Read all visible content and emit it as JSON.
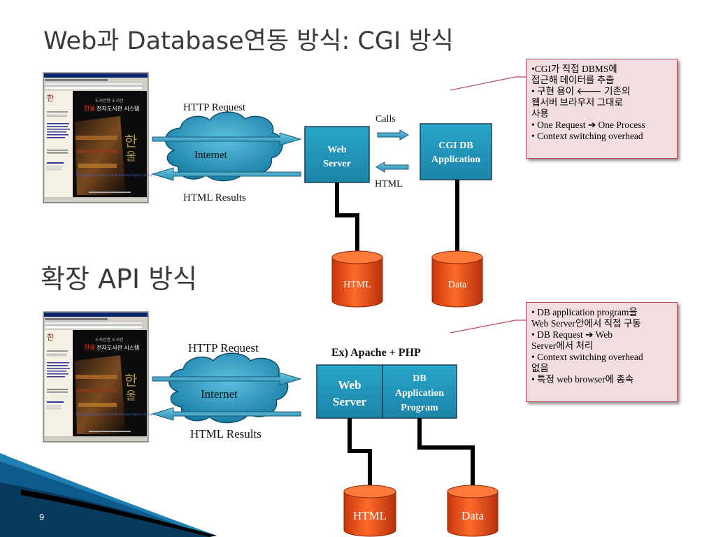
{
  "title": "Web과 Database연동 방식: CGI 방식",
  "section2_title": "확장 API 방식",
  "page_number": "9",
  "diagram1": {
    "request_label": "HTTP Request",
    "results_label": "HTML Results",
    "cloud_label": "Internet",
    "web_server": [
      "Web",
      "Server"
    ],
    "cgi_app": [
      "CGI DB",
      "Application"
    ],
    "calls_label": "Calls",
    "html_arrow_label": "HTML",
    "cyl_html": "HTML",
    "cyl_data": "Data"
  },
  "diagram2": {
    "request_label": "HTTP Request",
    "results_label": "HTML Results",
    "cloud_label": "Internet",
    "example_label": "Ex) Apache + PHP",
    "web_server": [
      "Web",
      "Server"
    ],
    "db_program": [
      "DB",
      "Application",
      "Program"
    ],
    "cyl_html": "HTML",
    "cyl_data": "Data"
  },
  "note1": [
    "•CGI가 직접 DBMS에",
    "접근해 데이터를 추출",
    "• 구현 용이 🡐 기존의",
    "웹서버 브라우저 그대로",
    "사용",
    "• One Request ➔ One Process",
    "• Context switching overhead"
  ],
  "note2": [
    "• DB application program을",
    "Web Server안에서 직접 구동",
    "• DB Request ➔ Web",
    "Server에서 처리",
    "• Context switching overhead",
    "없음",
    "• 특정 web browser에 종속"
  ],
  "screenshot": {
    "window_title": "Welcome to the Multimedia Library - Microsoft Internet Explorer",
    "banner_top": "도서관명 도서관",
    "banner_main": "전자도서관 시스템",
    "caption": "Interoperating Hybrid and Multimedia Digital Library"
  },
  "colors": {
    "box_fill": "#2196b8",
    "box_stroke": "#1a3e55",
    "cylinder_fill": "#e8440a",
    "cloud_fill": "#3aa2c8",
    "note_fill": "#f2dde1",
    "note_border": "#b84a5a"
  }
}
